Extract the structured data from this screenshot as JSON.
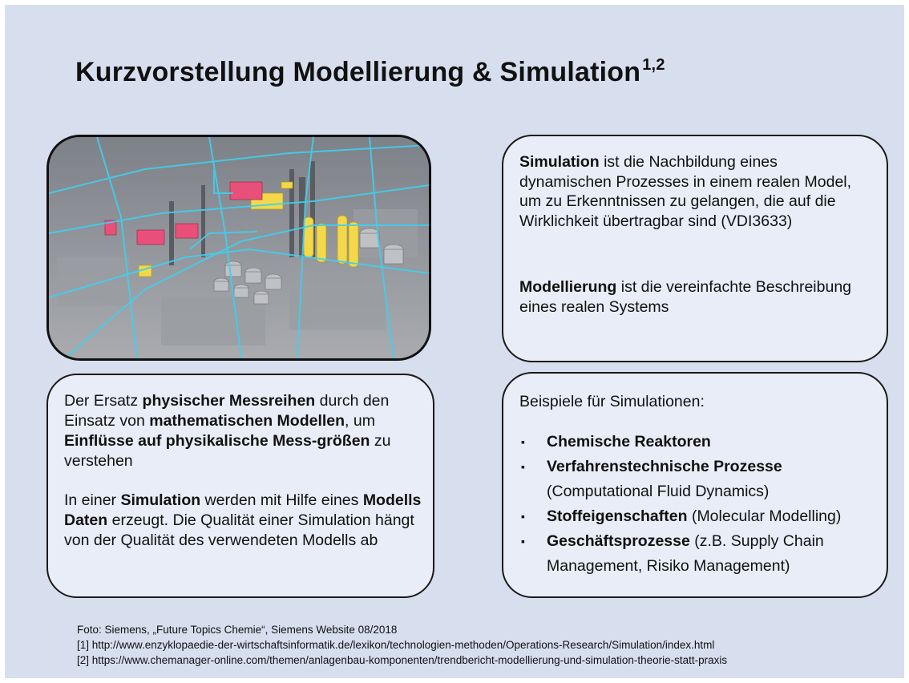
{
  "title": {
    "text": "Kurzvorstellung Modellierung & Simulation",
    "superscript": "1,2"
  },
  "photo": {
    "subject": "3D-Visualisierung einer Chemieanlage"
  },
  "definition": {
    "simulation_term": "Simulation",
    "simulation_text": " ist die Nachbildung eines dynamischen Prozesses in einem realen Model, um zu Erkenntnissen zu gelangen, die auf die Wirklichkeit übertragbar sind (VDI3633)",
    "modeling_term": "Modellierung",
    "modeling_text": " ist die vereinfachte Beschreibung eines realen Systems"
  },
  "explanation": {
    "p1": [
      {
        "t": "Der Ersatz ",
        "b": false
      },
      {
        "t": "physischer Messreihen",
        "b": true
      },
      {
        "t": " durch den Einsatz von ",
        "b": false
      },
      {
        "t": "mathematischen Modellen",
        "b": true
      },
      {
        "t": ", um ",
        "b": false
      },
      {
        "t": "Einflüsse auf physikalische Mess-größen",
        "b": true
      },
      {
        "t": " zu verstehen",
        "b": false
      }
    ],
    "p2": [
      {
        "t": "In einer ",
        "b": false
      },
      {
        "t": "Simulation",
        "b": true
      },
      {
        "t": " werden mit Hilfe eines ",
        "b": false
      },
      {
        "t": "Modells Daten",
        "b": true
      },
      {
        "t": " erzeugt. Die Qualität einer Simulation hängt von der Qualität des verwendeten Modells ab",
        "b": false
      }
    ]
  },
  "examples": {
    "intro": "Beispiele für Simulationen:",
    "bullet": "▪",
    "items": [
      {
        "bold": "Chemische Reaktoren",
        "rest": "",
        "sub": ""
      },
      {
        "bold": "Verfahrenstechnische Prozesse",
        "rest": "",
        "sub": "(Computational Fluid Dynamics)"
      },
      {
        "bold": "Stoffeigenschaften",
        "rest": " (Molecular Modelling)",
        "sub": ""
      },
      {
        "bold": "Geschäftsprozesse",
        "rest": " (z.B. Supply Chain",
        "sub": "Management, Risiko Management)"
      }
    ]
  },
  "footer": {
    "photo_credit": "Foto: Siemens, „Future Topics Chemie“, Siemens Website 08/2018",
    "ref1": "[1] http://www.enzyklopaedie-der-wirtschaftsinformatik.de/lexikon/technologien-methoden/Operations-Research/Simulation/index.html",
    "ref2": "[2] https://www.chemanager-online.com/themen/anlagenbau-komponenten/trendbericht-modellierung-und-simulation-theorie-statt-praxis"
  },
  "colors": {
    "slide_bg": "#d7deee",
    "box_bg": "#e9edf7",
    "border": "#1a1a1a",
    "highlight_cyan": "#3fd0f0",
    "highlight_magenta": "#e8507a",
    "highlight_yellow": "#f2d84a"
  }
}
